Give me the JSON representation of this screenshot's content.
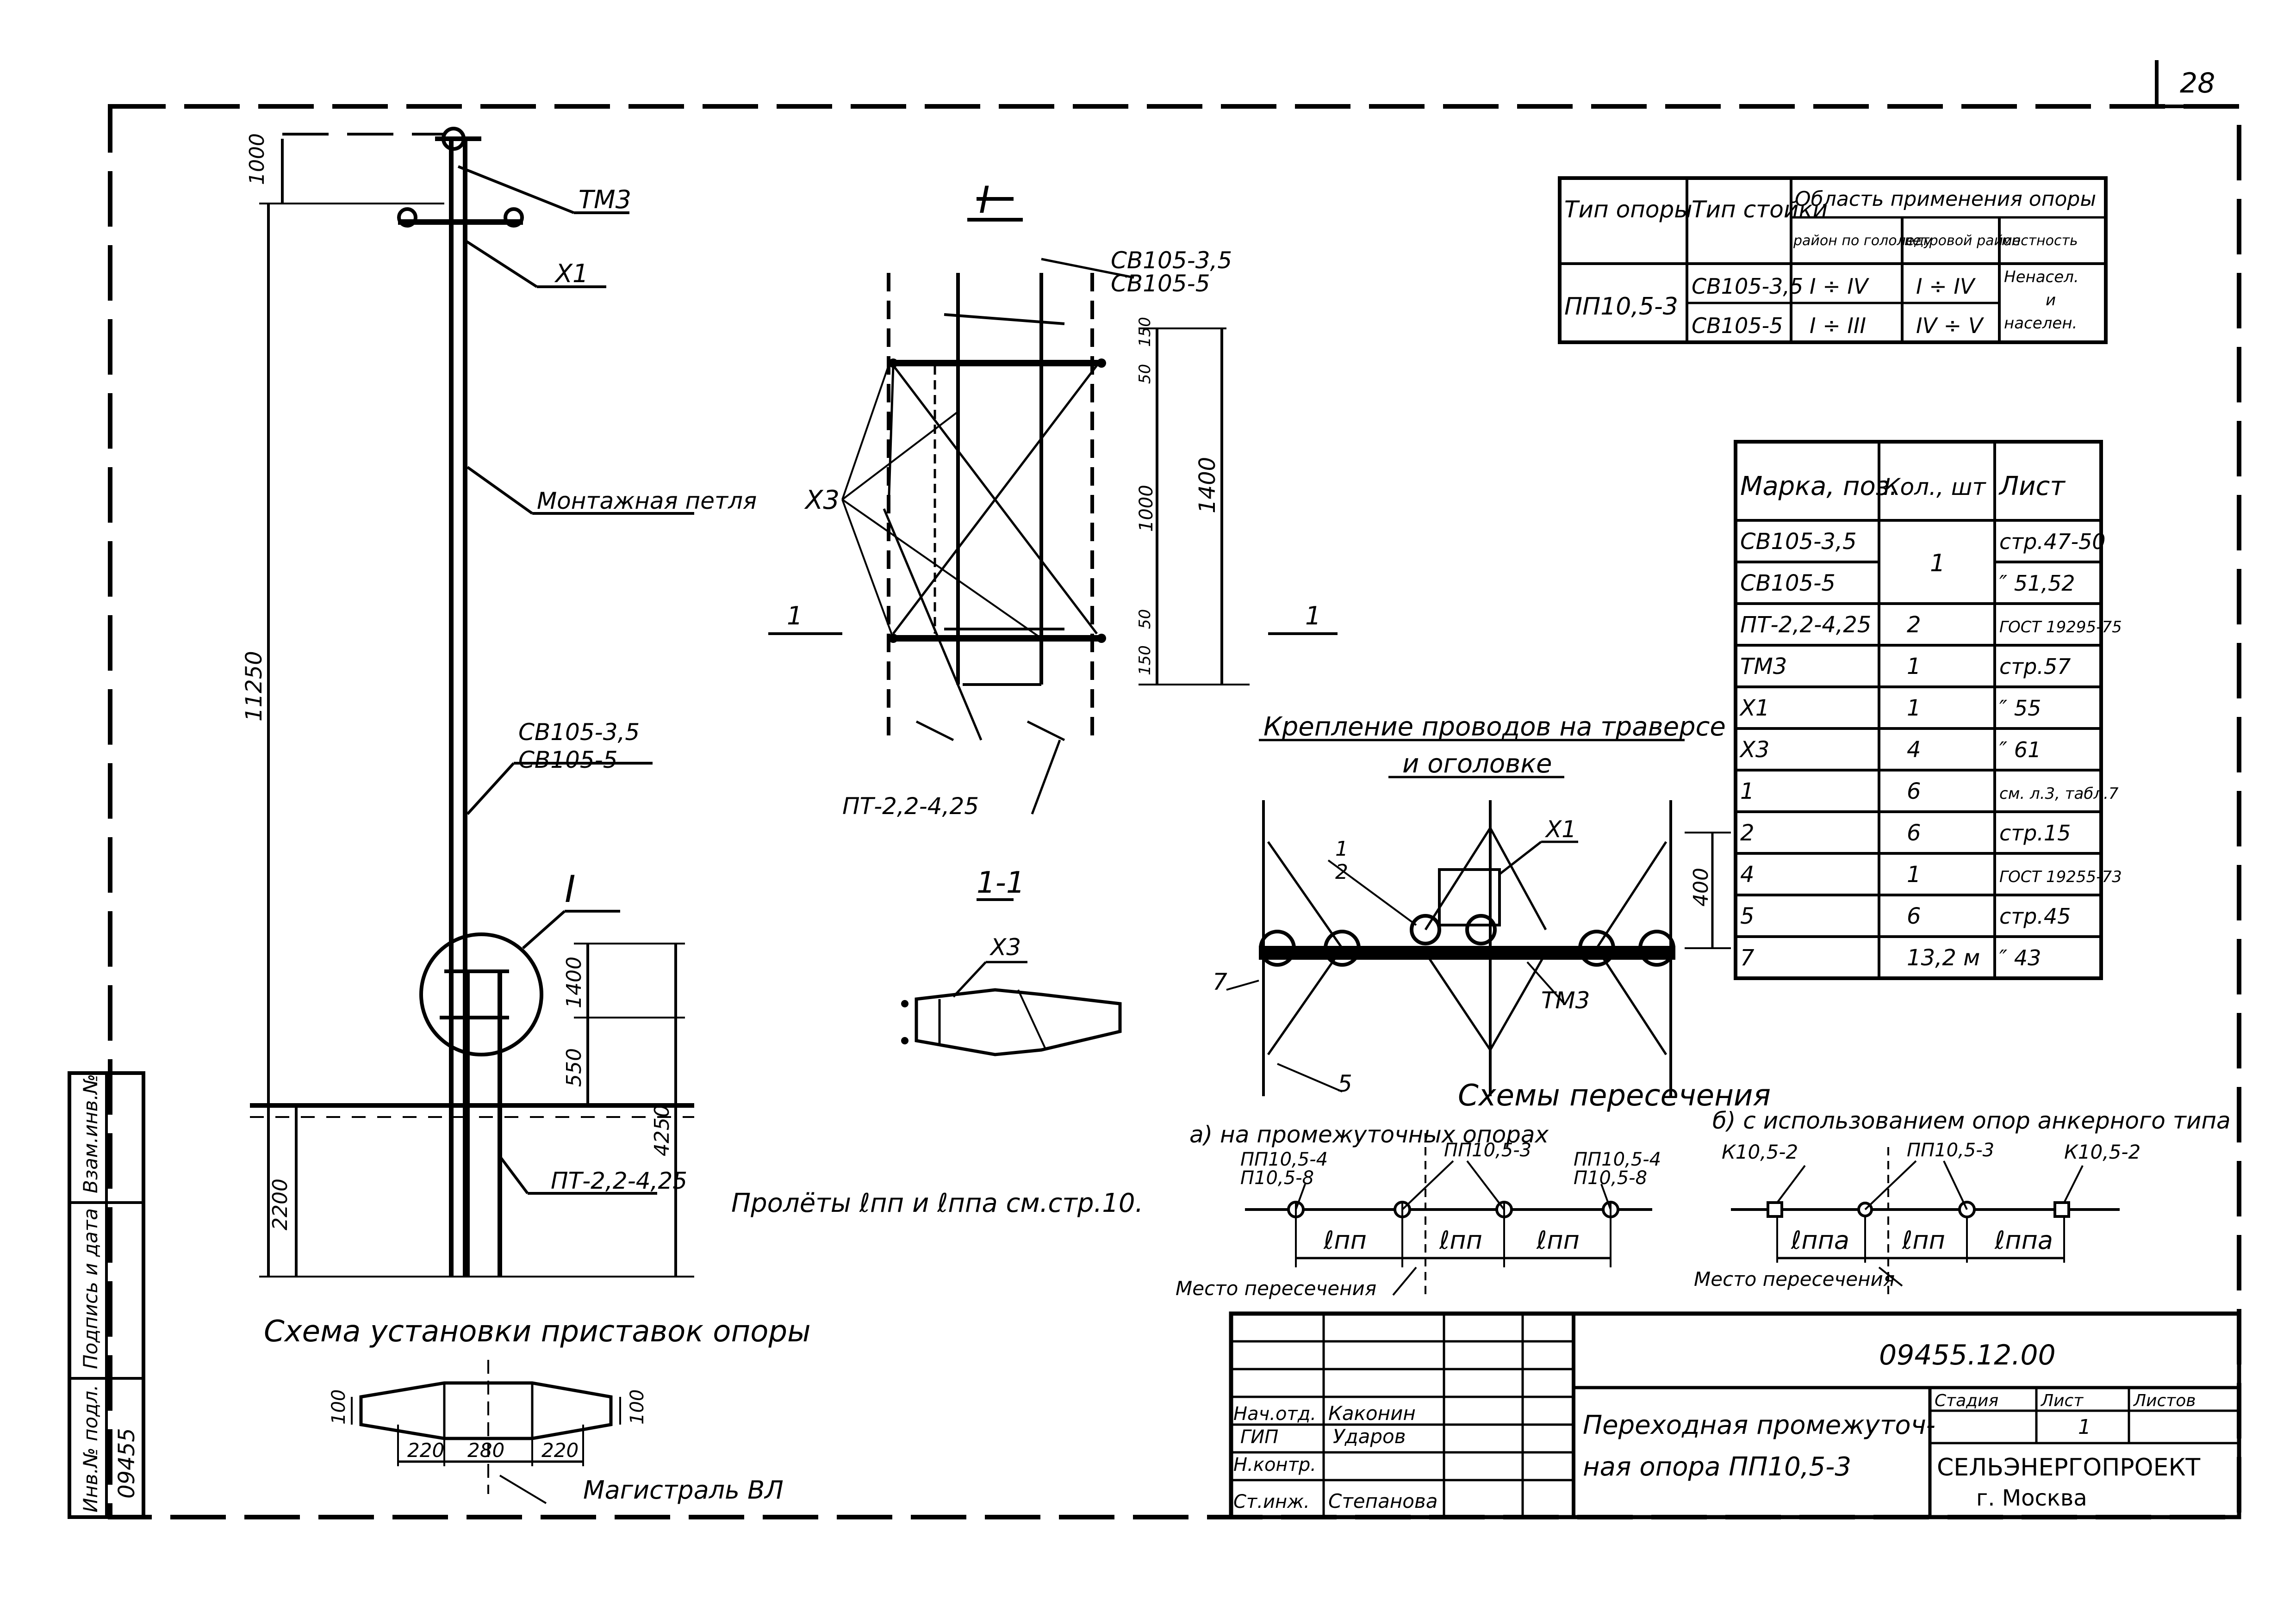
{
  "page_number": "28",
  "support_table": {
    "headers": [
      "Тип опоры",
      "Тип стойки",
      "Область применения опоры"
    ],
    "subheaders": [
      "район по гололеду",
      "ветровой район",
      "местность"
    ],
    "support_type": "ПП10,5-3",
    "rows": [
      {
        "stand": "СВ105-3,5",
        "ice": "I ÷ IV",
        "wind": "I ÷ IV"
      },
      {
        "stand": "СВ105-5",
        "ice": "I ÷ III",
        "wind": "IV ÷ V"
      }
    ],
    "terrain": [
      "Ненасел.",
      "и",
      "населен."
    ]
  },
  "spec_table": {
    "headers": [
      "Марка, поз.",
      "Кол., шт",
      "Лист"
    ],
    "rows": [
      {
        "mark": "СВ105-3,5",
        "qty": "1",
        "sheet": "стр.47-50"
      },
      {
        "mark": "СВ105-5",
        "qty": "",
        "sheet": "″ 51,52"
      },
      {
        "mark": "ПТ-2,2-4,25",
        "qty": "2",
        "sheet": "ГОСТ 19295-75"
      },
      {
        "mark": "ТМ3",
        "qty": "1",
        "sheet": "стр.57"
      },
      {
        "mark": "Х1",
        "qty": "1",
        "sheet": "″ 55"
      },
      {
        "mark": "Х3",
        "qty": "4",
        "sheet": "″ 61"
      },
      {
        "mark": "1",
        "qty": "6",
        "sheet": "см. л.3, табл.7"
      },
      {
        "mark": "2",
        "qty": "6",
        "sheet": "стр.15"
      },
      {
        "mark": "4",
        "qty": "1",
        "sheet": "ГОСТ 19255-73"
      },
      {
        "mark": "5",
        "qty": "6",
        "sheet": "стр.45"
      },
      {
        "mark": "7",
        "qty": "13,2 м",
        "sheet": "″ 43"
      }
    ]
  },
  "pole": {
    "tm3": "ТМ3",
    "x1": "Х1",
    "loop": "Монтажная петля",
    "stands": [
      "СВ105-3,5",
      "СВ105-5"
    ],
    "callout": "I",
    "prefix": "ПТ-2,2-4,25",
    "dims": {
      "top": "1000",
      "height": "11250",
      "ground": "2200",
      "lower": "4250",
      "upper": "1400",
      "mid": "550"
    }
  },
  "detail_I": {
    "title": "I",
    "stands": [
      "СВ105-3,5",
      "СВ105-5"
    ],
    "x3": "Х3",
    "prefix": "ПТ-2,2-4,25",
    "section_mark": "1",
    "dims": [
      "150",
      "50",
      "1000",
      "50",
      "150",
      "1400"
    ]
  },
  "section_1_1": {
    "title": "1-1",
    "x3": "Х3"
  },
  "traverse": {
    "title_line1": "Крепление проводов на траверсе",
    "title_line2": "и оголовке",
    "labels": {
      "n1": "1",
      "n2": "2",
      "x1": "Х1",
      "n7": "7",
      "tm3": "ТМ3",
      "n5": "5",
      "dim": "400"
    }
  },
  "spans_note": "Пролёты ℓпп и ℓппа см.стр.10.",
  "crossing": {
    "title": "Схемы пересечения",
    "a": {
      "title": "а) на промежуточных опорах",
      "left": [
        "ПП10,5-4",
        "П10,5-8"
      ],
      "center": "ПП10,5-3",
      "right": [
        "ПП10,5-4",
        "П10,5-8"
      ],
      "spans": [
        "ℓпп",
        "ℓпп",
        "ℓпп"
      ],
      "place": "Место пересечения"
    },
    "b": {
      "title": "б) с использованием опор анкерного типа",
      "left": "К10,5-2",
      "center": "ПП10,5-3",
      "right": "К10,5-2",
      "spans": [
        "ℓппа",
        "ℓпп",
        "ℓппа"
      ],
      "place": "Место пересечения"
    }
  },
  "install": {
    "title": "Схема установки приставок опоры",
    "dims": [
      "100",
      "220",
      "280",
      "220",
      "100"
    ],
    "line": "Магистраль ВЛ"
  },
  "title_block": {
    "code": "09455.12.00",
    "name_line1": "Переходная промежуточ-",
    "name_line2": "ная опора ПП10,5-3",
    "stage_headers": [
      "Стадия",
      "Лист",
      "Листов"
    ],
    "sheet": "1",
    "org": "СЕЛЬЭНЕРГОПРОЕКТ",
    "city": "г. Москва",
    "staff": [
      {
        "role": "Нач.отд.",
        "name": "Каконин"
      },
      {
        "role": "ГИП",
        "name": "Ударов"
      },
      {
        "role": "Н.контр.",
        "name": ""
      },
      {
        "role": "Ст.инж.",
        "name": "Степанова"
      }
    ]
  },
  "side_stamp": {
    "labels": [
      "Инв.№ подл.",
      "Подпись и дата",
      "Взам.инв.№"
    ],
    "number": "09455"
  }
}
